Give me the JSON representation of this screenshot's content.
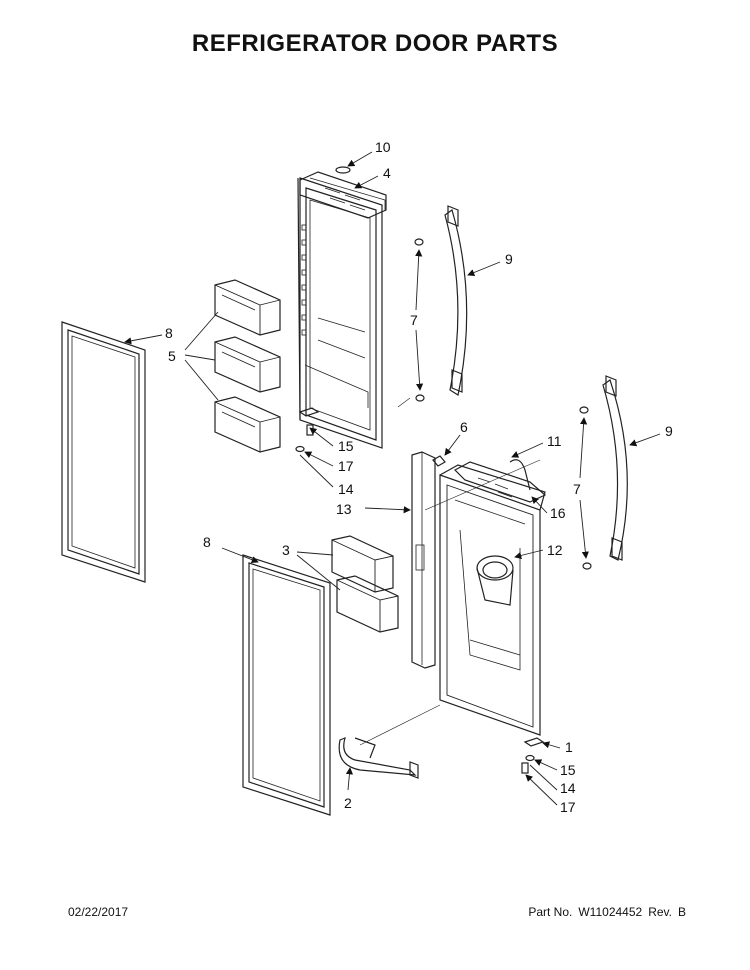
{
  "title": "REFRIGERATOR DOOR PARTS",
  "callouts": {
    "c10": "10",
    "c4": "4",
    "c9a": "9",
    "c8a": "8",
    "c5": "5",
    "c7a": "7",
    "c6": "6",
    "c15a": "15",
    "c17a": "17",
    "c14a": "14",
    "c13": "13",
    "c11": "11",
    "c9b": "9",
    "c7b": "7",
    "c16": "16",
    "c8b": "8",
    "c3": "3",
    "c12": "12",
    "c1": "1",
    "c15b": "15",
    "c14b": "14",
    "c17b": "17",
    "c2": "2"
  },
  "footer": {
    "date": "02/22/2017",
    "part_label": "Part No.",
    "part_no": "W11024452",
    "rev_label": "Rev.",
    "rev": "B"
  }
}
